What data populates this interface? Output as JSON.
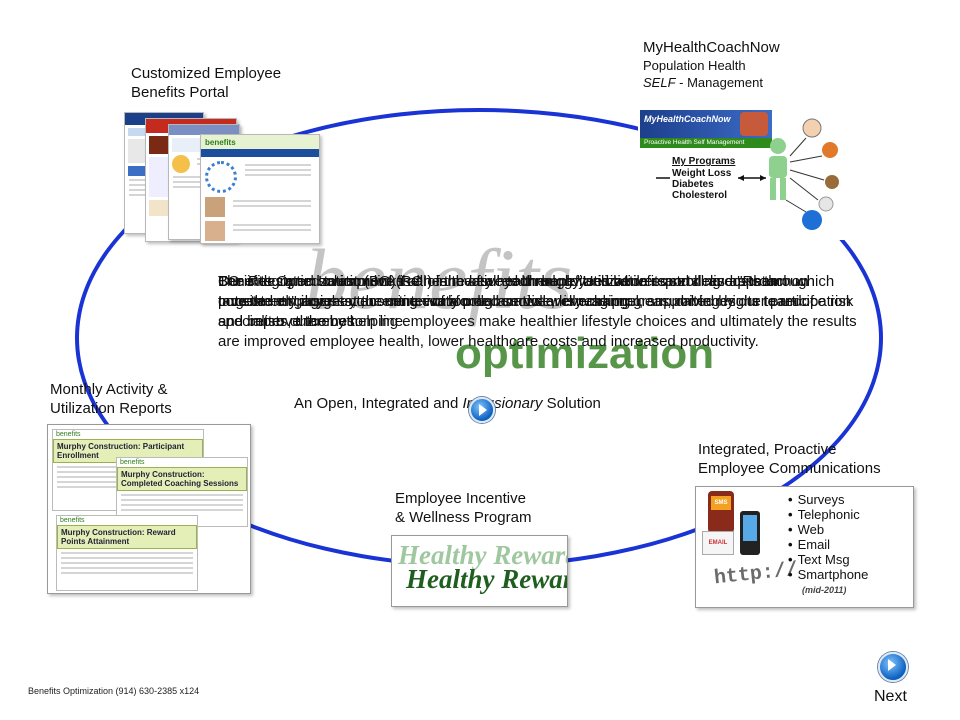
{
  "labels": {
    "portal_line1": "Customized Employee",
    "portal_line2": "Benefits Portal",
    "coach_title": "MyHealthCoachNow",
    "coach_sub1": "Population Health",
    "coach_sub2_em": "SELF",
    "coach_sub2_rest": " - Management",
    "reports_line1": "Monthly Activity &",
    "reports_line2": "Utilization Reports",
    "comms_line1": "Integrated, Proactive",
    "comms_line2": "Employee Communications",
    "incentive_line1": "Employee Incentive",
    "incentive_line2": "& Wellness Program"
  },
  "center": {
    "watermark_word1": "benefits",
    "watermark_word2": "optimization",
    "tagline_pre": "An Open, Integrated and ",
    "tagline_em": "Inclusionary",
    "tagline_post": " Solution",
    "overlap_text_1": "Benefits Optimization (BO) is an innovative technology and benefits services approach which puts the employee at the center of a collaborative wellness program, driving higher participation and better outcomes.",
    "overlap_text_2": "BO is designed to improve the health of all your employees while controlling costs through targeted engagement, communication and service, leveraging measurable results to reduce risk and improve the bottom line.",
    "overlap_text_3": "Our integrated solution links all of the key health benefits initiatives and delivers them consistently across your entire workforce, across every channel, supported by our team of specialists, thereby helping employees make healthier lifestyle choices and ultimately the results are improved employee health, lower healthcare costs and increased productivity.",
    "overlap_text_4": "The Return on Investment (ROI) is measured through \"Utilization reports\" and \"Return on Investment\" insights, ensuring every program dollar is working."
  },
  "coach_panel": {
    "logo": "MyHealthCoachNow",
    "banner": "Proactive Health Self Management",
    "programs_heading": "My Programs",
    "programs": [
      "Weight Loss",
      "Diabetes",
      "Cholesterol"
    ]
  },
  "reports": {
    "r1": "Murphy Construction: Participant Enrollment",
    "r2": "Murphy Construction: Completed Coaching Sessions",
    "r3": "Murphy Construction: Reward Points Attainment"
  },
  "incentive_logo": {
    "line1": "Healthy Rewards",
    "line2": "Healthy Rewards"
  },
  "comms": {
    "channels": [
      "Surveys",
      "Telephonic",
      "Web",
      "Email",
      "Text Msg",
      "Smartphone"
    ],
    "note": "(mid-2011)",
    "sms": "SMS",
    "email": "EMAIL",
    "http": "http://"
  },
  "footer": {
    "contact": "Benefits Optimization (914) 630-2385 x124",
    "next": "Next"
  },
  "colors": {
    "ring": "#1a33d4",
    "watermark": "#c8c8c8",
    "optimization": "#2e7d1c"
  }
}
